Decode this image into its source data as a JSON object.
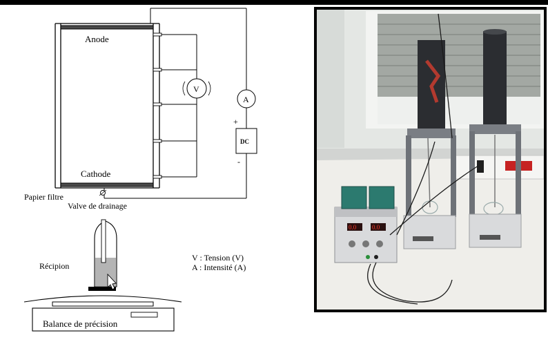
{
  "labels": {
    "anode": "Anode",
    "cathode": "Cathode",
    "papier_filtre": "Papier filtre",
    "valve_drainage": "Valve de drainage",
    "voltmeter": "V",
    "ammeter": "A",
    "plus_sign": "+",
    "minus_sign": "-",
    "dc": "DC",
    "recipient": "Récipion",
    "balance": "Balance de précision"
  },
  "legend": {
    "tension": "V : Tension (V)",
    "intensite": "A : Intensité (A)"
  },
  "photo": {
    "power_supply_display_left": "0.0",
    "power_supply_display_right": "0.0"
  },
  "colors": {
    "wall": "#e9ecea",
    "window": "#9a9f9a",
    "counter": "#f2f1ee",
    "column": "#2b2d31",
    "stand": "#6e7278",
    "power_supply": "#d9dadc",
    "display": "#c62222",
    "green_device": "#2c7a6f"
  }
}
